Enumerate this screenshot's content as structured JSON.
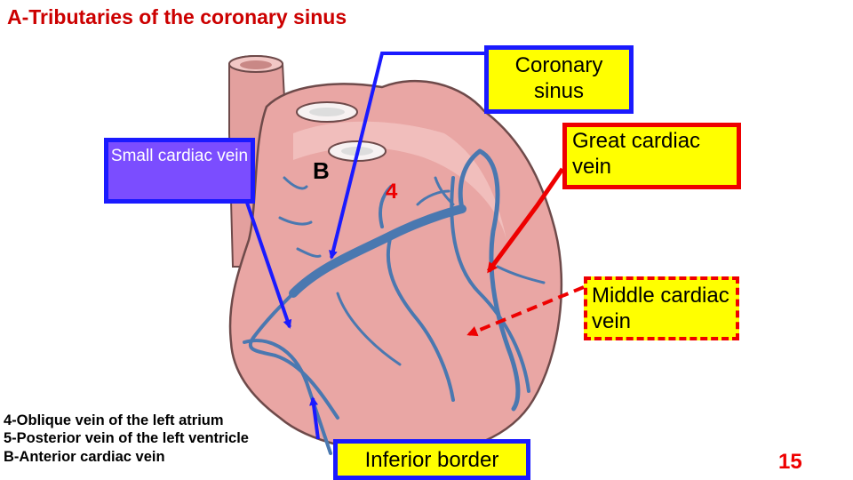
{
  "title": "A-Tributaries of the coronary sinus",
  "labels": {
    "coronary_sinus": "Coronary sinus",
    "small_cardiac_vein": "Small cardiac vein",
    "great_cardiac_vein": "Great cardiac vein",
    "middle_cardiac_vein": "Middle cardiac vein",
    "inferior_border": "Inferior border"
  },
  "markers": {
    "b": "B",
    "four": "4"
  },
  "legend": [
    "4-Oblique vein of the left atrium",
    "5-Posterior vein of the left ventricle",
    "B-Anterior cardiac vein"
  ],
  "page_number": "15",
  "colors": {
    "title": "#cc0000",
    "heart": "#e9a6a4",
    "vein": "#4a78b0",
    "yellow_box": "#ffff00",
    "blue_border": "#1a1aff",
    "red_border": "#ee0000",
    "purple_box": "#7b4dff"
  }
}
